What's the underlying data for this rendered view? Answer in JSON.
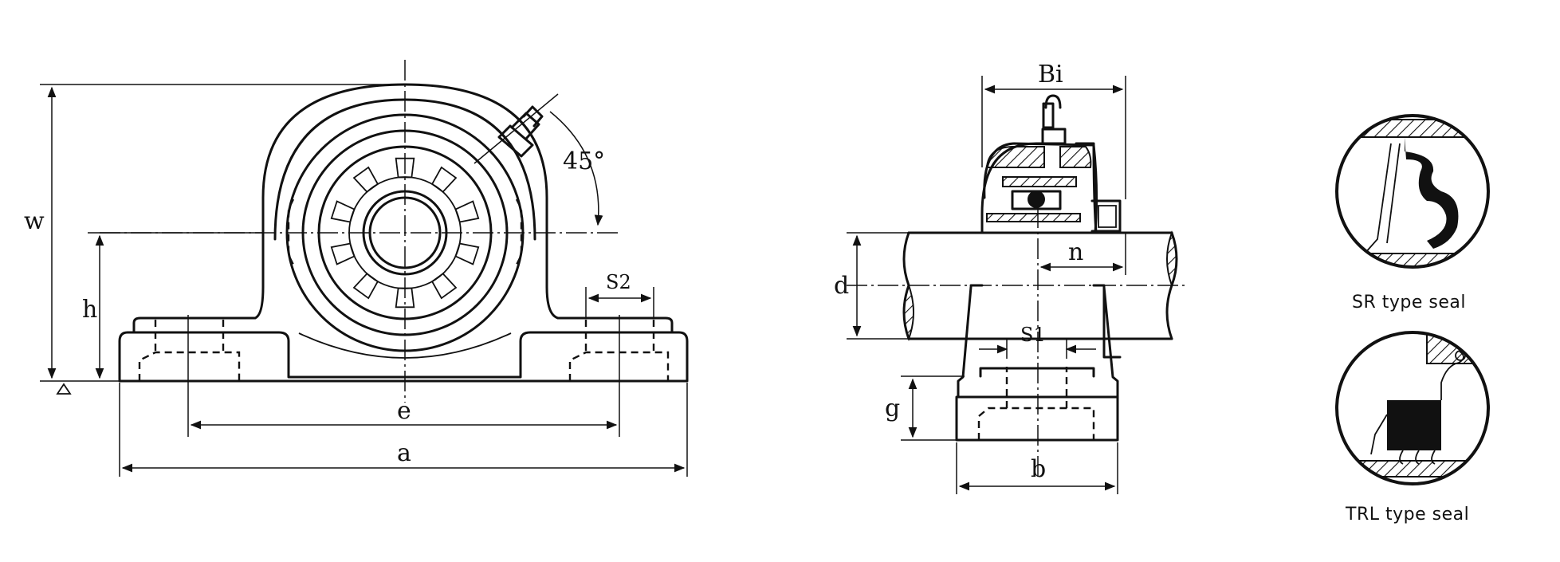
{
  "front_view": {
    "labels": {
      "w": "w",
      "h": "h",
      "e": "e",
      "a": "a",
      "s2": "S2",
      "angle": "45°"
    }
  },
  "side_view": {
    "labels": {
      "bi": "Bi",
      "n": "n",
      "d": "d",
      "s1": "S1",
      "g": "g",
      "b": "b"
    }
  },
  "seal_details": [
    {
      "caption": "SR type seal"
    },
    {
      "caption": "TRL type seal"
    }
  ]
}
